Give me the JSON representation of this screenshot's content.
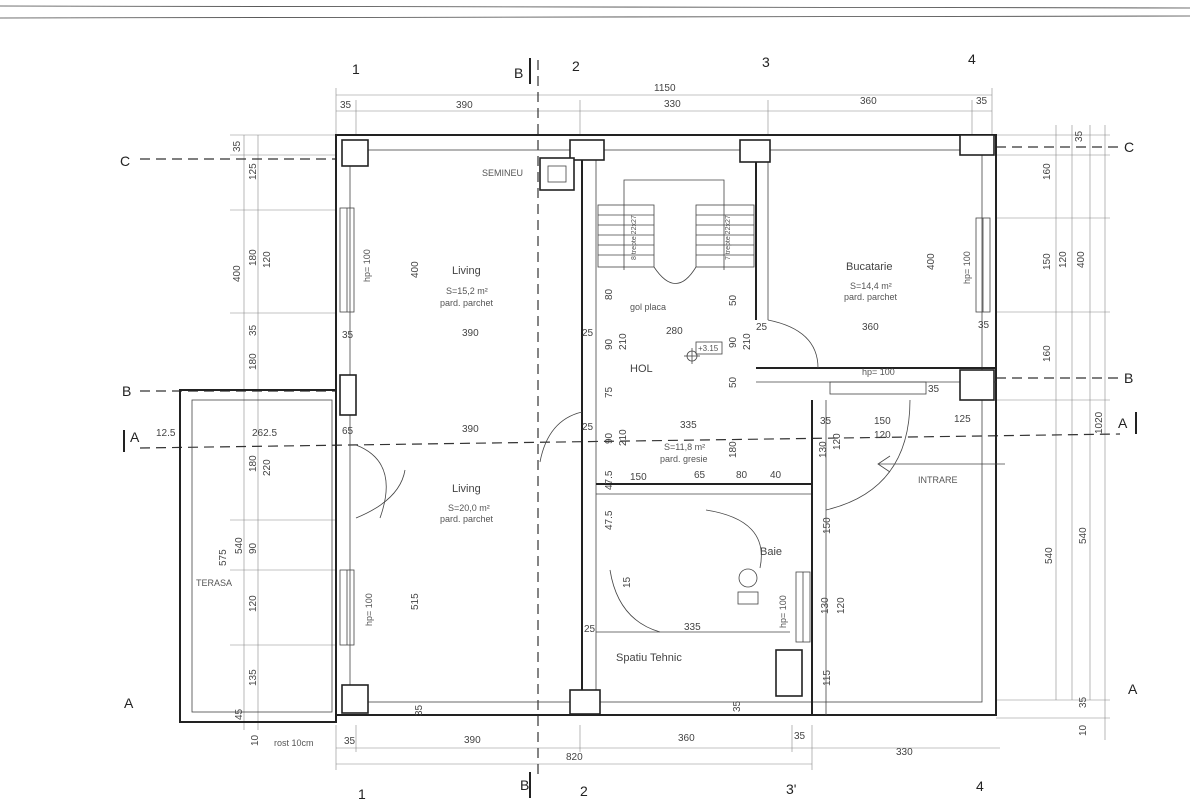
{
  "axes_top": [
    "1",
    "2",
    "3",
    "4"
  ],
  "axes_bottom": [
    "1",
    "2",
    "3'",
    "4"
  ],
  "axes_left": [
    "C",
    "B",
    "A",
    "A"
  ],
  "axes_right": [
    "C",
    "B",
    "A",
    "A"
  ],
  "section_markers": {
    "b_top": "B",
    "b_bottom": "B",
    "a_left": "A",
    "a_right": "A"
  },
  "dims_top": {
    "total": "1150",
    "d1": "35",
    "d2": "390",
    "d3": "330",
    "d4": "360",
    "d5": "35"
  },
  "dims_bottom": {
    "d1": "35",
    "d2": "390",
    "d3": "360",
    "d4": "35",
    "d5": "820",
    "d6": "330"
  },
  "dims_left": {
    "d1": "35",
    "d2": "125",
    "d3": "400",
    "d4": "180",
    "d5": "120",
    "d6": "35",
    "d7": "180",
    "d8": "12.5",
    "d9": "262.5",
    "d10": "65",
    "d11": "575",
    "d12": "540",
    "d13": "180",
    "d14": "220",
    "d15": "90",
    "d16": "120",
    "d17": "135",
    "d18": "45",
    "d19": "10"
  },
  "dims_right": {
    "d1": "35",
    "d2": "160",
    "d3": "150",
    "d4": "400",
    "d5": "120",
    "d6": "160",
    "d7": "1020",
    "d8": "540",
    "d9": "540",
    "d10": "35",
    "d11": "10"
  },
  "dims_inner": {
    "living_top_h": "400",
    "living_top_w": "390",
    "l35a": "35",
    "l25a": "25",
    "l390b": "390",
    "l65": "65",
    "living_bot_h": "515",
    "hol_w": "280",
    "hol_210a": "210",
    "hol_90a": "90",
    "hol_90b": "90",
    "hol_210b": "210",
    "hol_75": "75",
    "hol_50a": "50",
    "hol_50b": "50",
    "hol_80": "80",
    "hol_25": "25",
    "hol_335": "335",
    "hol_90c": "90",
    "hol_210c": "210",
    "hol_180": "180",
    "hol_150": "150",
    "hol_65": "65",
    "hol_80b": "80",
    "hol_40": "40",
    "hol_47a": "47.5",
    "hol_47b": "47.5",
    "hol_15": "15",
    "hol_335b": "335",
    "hol_25b": "25",
    "buc_400": "400",
    "buc_360": "360",
    "buc_25": "25",
    "buc_35": "35",
    "buc_35b": "35",
    "e_150": "150",
    "e_120": "120",
    "e_125": "125",
    "e_35": "35",
    "e_130": "130",
    "e_120b": "120",
    "e_150b": "150",
    "baie_130": "130",
    "baie_120": "120",
    "baie_115": "115",
    "baie_35": "35",
    "st_35": "35",
    "stair_l": "8 trepte 22x27",
    "stair_r": "7 trepte 22x27"
  },
  "rooms": {
    "living_top": {
      "name": "Living",
      "area": "S=15,2 m²",
      "floor": "pard. parchet"
    },
    "living_bottom": {
      "name": "Living",
      "area": "S=20,0 m²",
      "floor": "pard. parchet"
    },
    "bucatarie": {
      "name": "Bucatarie",
      "area": "S=14,4 m²",
      "floor": "pard. parchet"
    },
    "hol": {
      "name": "HOL",
      "area": "S=11,8 m²",
      "floor": "pard. gresie"
    },
    "baie": "Baie",
    "spatiu_tehnic": "Spatiu Tehnic",
    "terasa": "TERASA",
    "semineu": "SEMINEU",
    "gol_placa": "gol placa",
    "intrare": "INTRARE",
    "level": "+3.15",
    "rost": "rost 10cm"
  },
  "windows": {
    "w1": "hp= 100",
    "w2": "hp= 100",
    "w3": "hp= 100",
    "w4": "hp= 100",
    "w5": "hp= 100"
  }
}
